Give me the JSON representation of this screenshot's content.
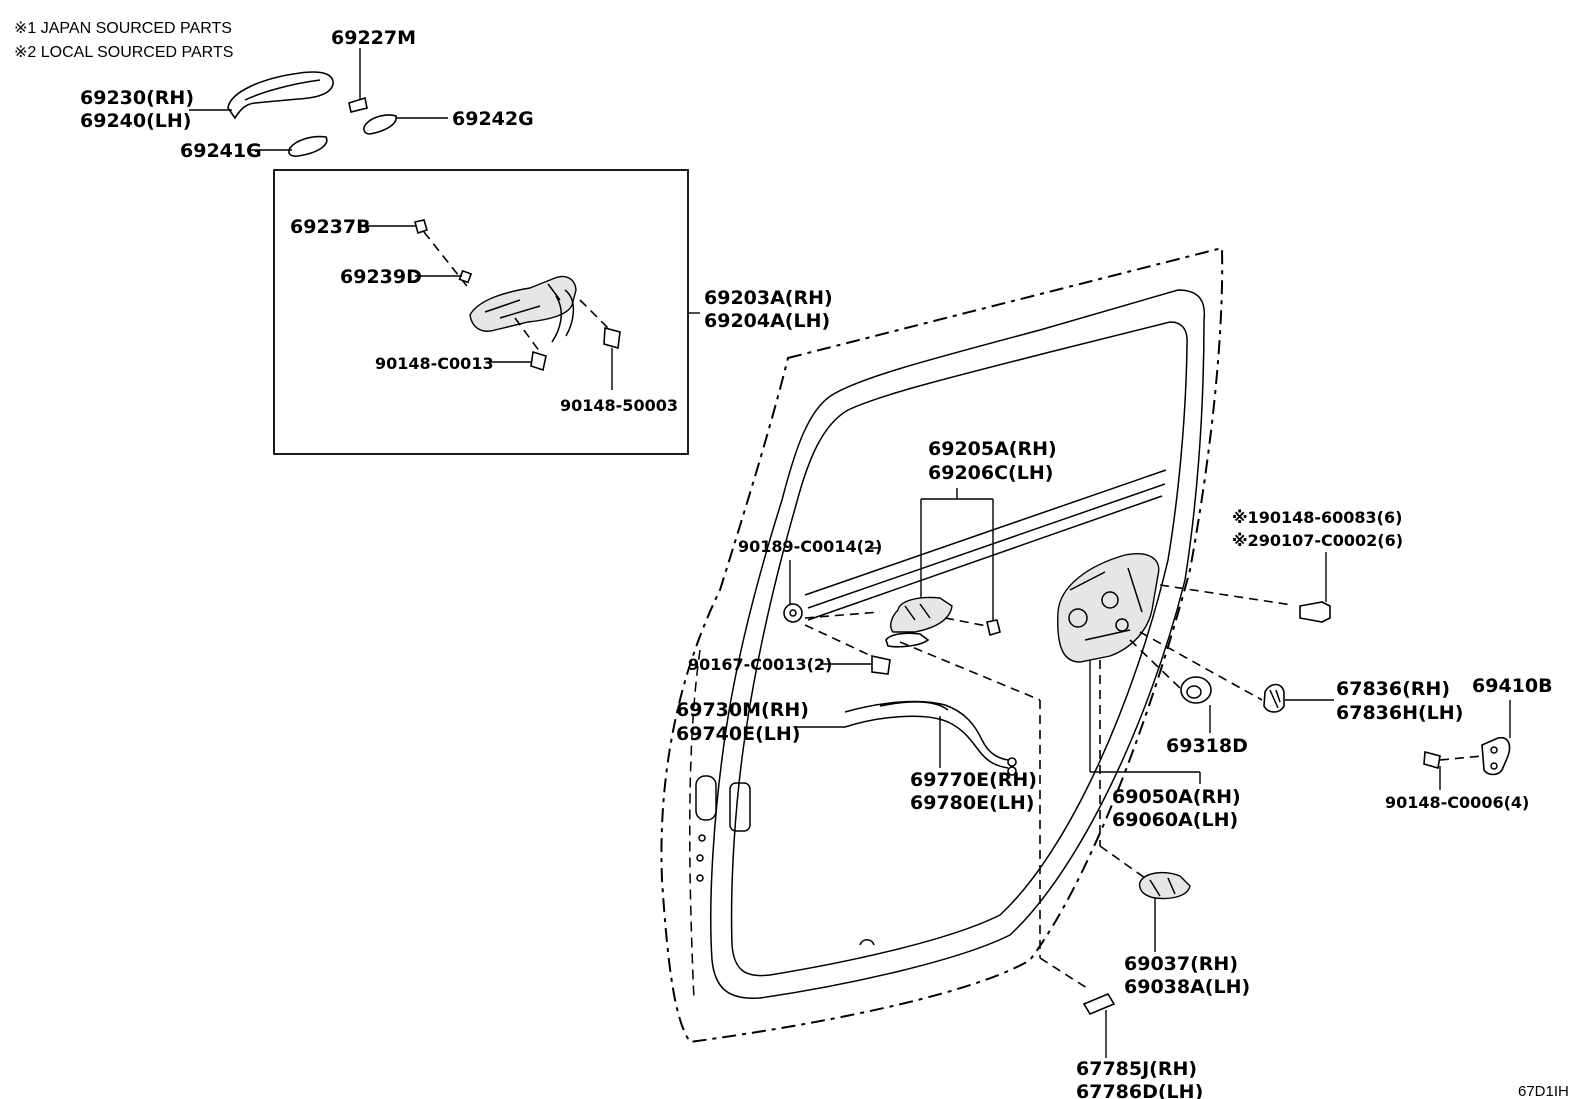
{
  "notes": {
    "note1": "※1 JAPAN SOURCED PARTS",
    "note2": "※2 LOCAL SOURCED PARTS"
  },
  "diagram_code": "67D1IH",
  "labels": {
    "p69227M": "69227M",
    "p69230": "69230(RH)",
    "p69240": "69240(LH)",
    "p69242G": "69242G",
    "p69241G": "69241G",
    "p69237B": "69237B",
    "p69239D": "69239D",
    "p90148C0013": "90148-C0013",
    "p9014850003": "90148-50003",
    "p69203A": "69203A(RH)",
    "p69204A": "69204A(LH)",
    "p69205A": "69205A(RH)",
    "p69206C": "69206C(LH)",
    "p90189": "90189-C0014(2)",
    "p90167": "90167-C0013(2)",
    "p69730M": "69730M(RH)",
    "p69740E": "69740E(LH)",
    "p69770E": "69770E(RH)",
    "p69780E": "69780E(LH)",
    "p9014860083": "※190148-60083(6)",
    "p90107": "※290107-C0002(6)",
    "p67836RH": "67836(RH)",
    "p67836H": "67836H(LH)",
    "p69410B": "69410B",
    "p69318D": "69318D",
    "p90148C0006": "90148-C0006(4)",
    "p69050A": "69050A(RH)",
    "p69060A": "69060A(LH)",
    "p69037": "69037(RH)",
    "p69038A": "69038A(LH)",
    "p67785J": "67785J(RH)",
    "p67786D": "67786D(LH)"
  }
}
